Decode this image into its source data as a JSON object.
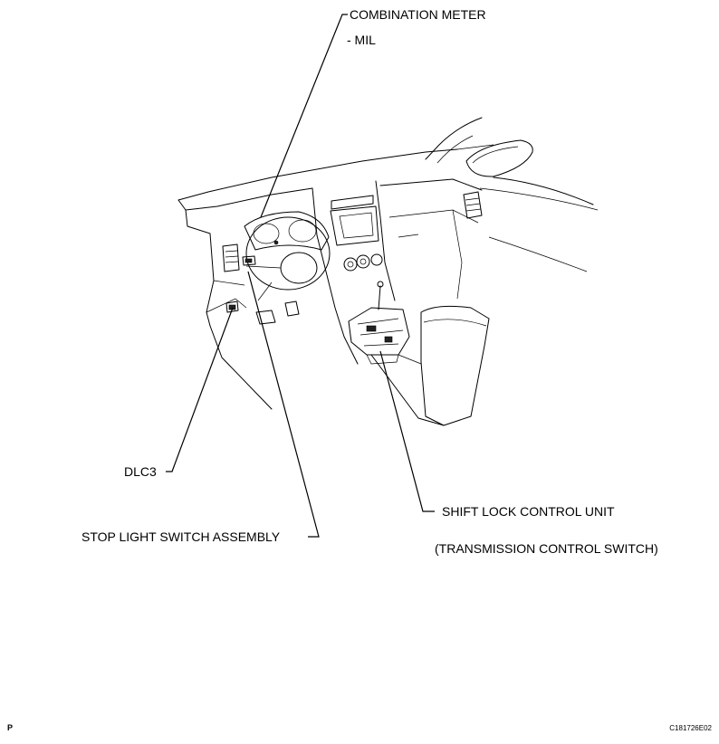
{
  "labels": {
    "combination_meter": "COMBINATION METER",
    "mil": "- MIL",
    "dlc3": "DLC3",
    "stop_light_switch": "STOP LIGHT SWITCH ASSEMBLY",
    "shift_lock_control_unit": "SHIFT LOCK CONTROL UNIT",
    "transmission_control_switch": "(TRANSMISSION CONTROL SWITCH)"
  },
  "footer": {
    "page_marker": "P",
    "figure_code": "C181726E02"
  }
}
